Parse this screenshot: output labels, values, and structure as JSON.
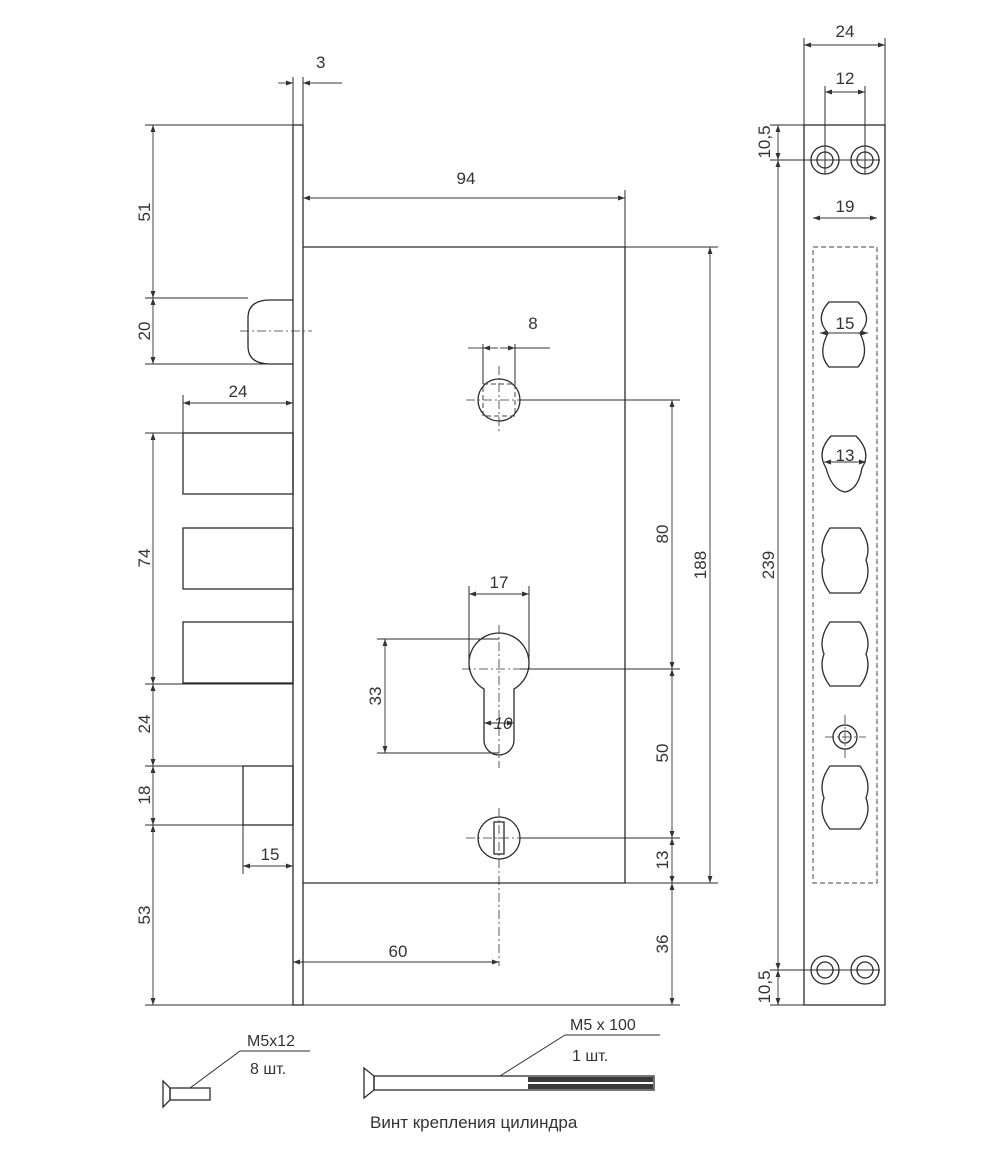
{
  "dimensions": {
    "faceplate_thickness": "3",
    "top_to_latch": "51",
    "latch_height": "20",
    "bolt_throw": "24",
    "bolts_span": "74",
    "bolt_to_lower": "24",
    "lower_bolt": "18",
    "bottom_span": "53",
    "lower_bolt_throw": "15",
    "body_width": "94",
    "spindle_square": "8",
    "spindle_to_cylinder": "80",
    "body_height": "188",
    "cylinder_width": "17",
    "cylinder_height": "33",
    "cylinder_slot": "10",
    "cylinder_to_lower": "50",
    "lower_to_body_bottom": "13",
    "body_bottom_to_end": "36",
    "backset": "60",
    "plate_width": "24",
    "screw_spacing": "12",
    "top_hole_offset": "10,5",
    "recess_width": "19",
    "hole_large": "15",
    "hole_small": "13",
    "plate_length": "239",
    "bottom_hole_offset": "10,5"
  },
  "screws": {
    "short_size": "M5x12",
    "short_qty": "8 шт.",
    "long_size": "M5 x 100",
    "long_qty": "1 шт.",
    "long_caption": "Винт крепления цилиндра"
  }
}
